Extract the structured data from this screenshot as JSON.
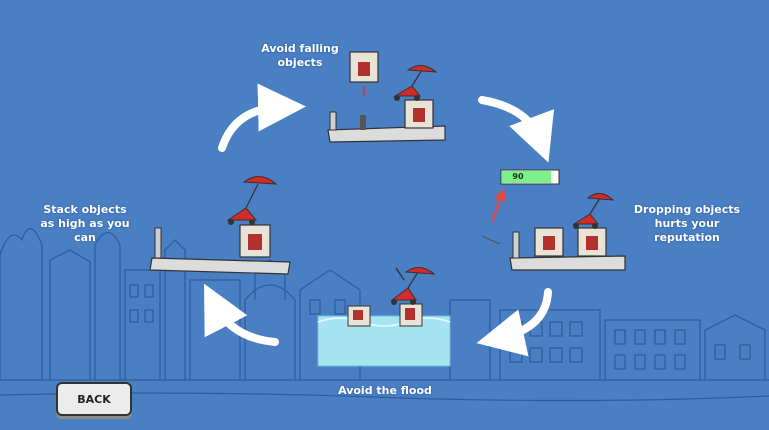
{
  "captions": {
    "top": [
      "Avoid falling",
      "objects"
    ],
    "left": [
      "Stack objects",
      "as high as you",
      "can"
    ],
    "right": [
      "Dropping objects",
      "hurts your",
      "reputation"
    ],
    "bottom": [
      "Avoid the flood"
    ]
  },
  "reputation": {
    "value_label": "90",
    "fill_fraction": 0.88
  },
  "back_button": {
    "label": "BACK"
  },
  "colors": {
    "background": "#4a7fc4",
    "city_lines": "#2f5e9c",
    "flood": "#a6e4f2",
    "reputation_bar": "#7ef08a",
    "arrow": "#ffffff",
    "danger_arrow": "#e04a4a"
  }
}
